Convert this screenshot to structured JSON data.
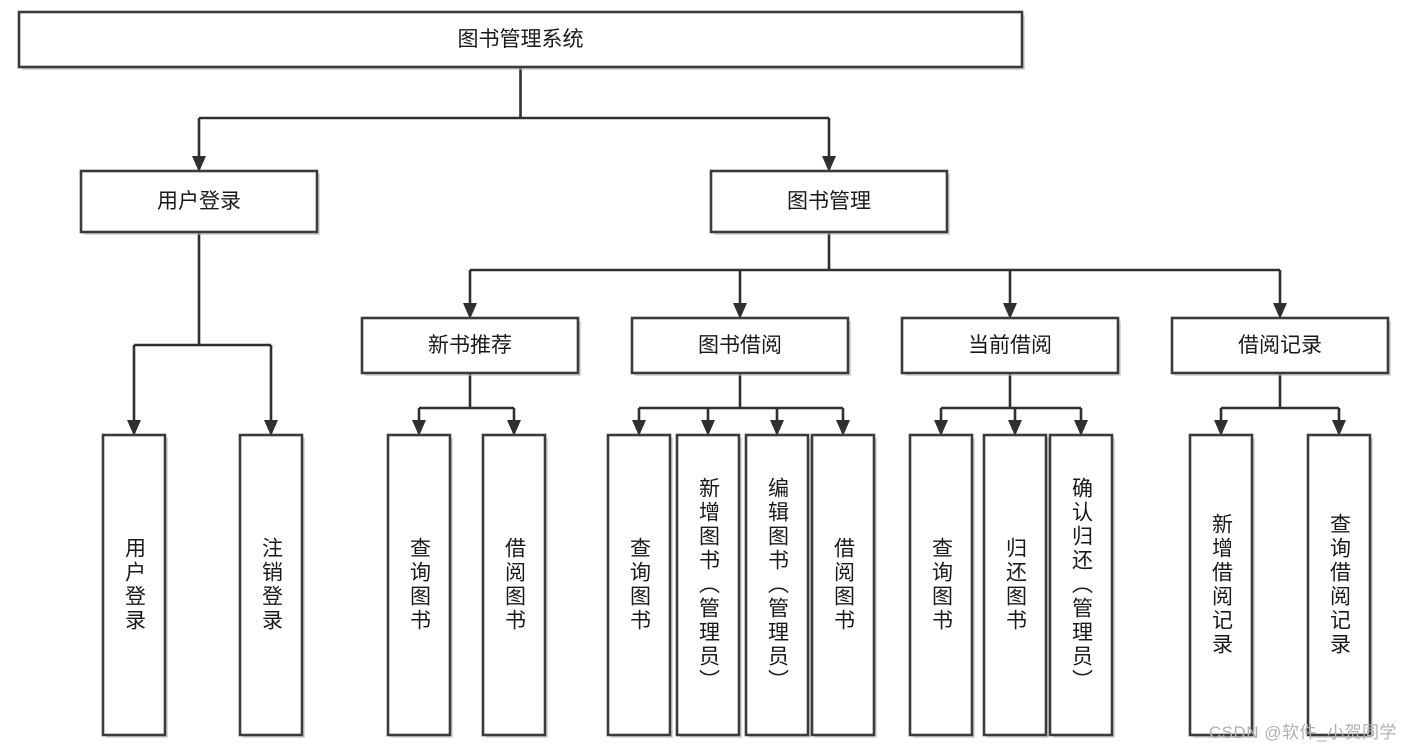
{
  "diagram": {
    "type": "tree",
    "title": "图书管理系统",
    "root": {
      "label": "图书管理系统"
    },
    "level2": [
      {
        "label": "用户登录"
      },
      {
        "label": "图书管理"
      }
    ],
    "level3": [
      {
        "label": "新书推荐"
      },
      {
        "label": "图书借阅"
      },
      {
        "label": "当前借阅"
      },
      {
        "label": "借阅记录"
      }
    ],
    "leaves": {
      "user_login": [
        "用户登录",
        "注销登录"
      ],
      "new_book_recommend": [
        "查询图书",
        "借阅图书"
      ],
      "book_borrow": [
        "查询图书",
        "新增图书（管理员）",
        "编辑图书（管理员）",
        "借阅图书"
      ],
      "current_borrow": [
        "查询图书",
        "归还图书",
        "确认归还（管理员）"
      ],
      "borrow_record": [
        "新增借阅记录",
        "查询借阅记录"
      ]
    }
  },
  "watermark": {
    "text": "CSDN @软件_小贺同学"
  },
  "colors": {
    "background": "#ffffff",
    "box_fill": "#ffffff",
    "box_stroke": "#3b3b3b",
    "connector": "#2f2f2f",
    "text": "#1a1a1a",
    "watermark": "#b0b0b0"
  }
}
